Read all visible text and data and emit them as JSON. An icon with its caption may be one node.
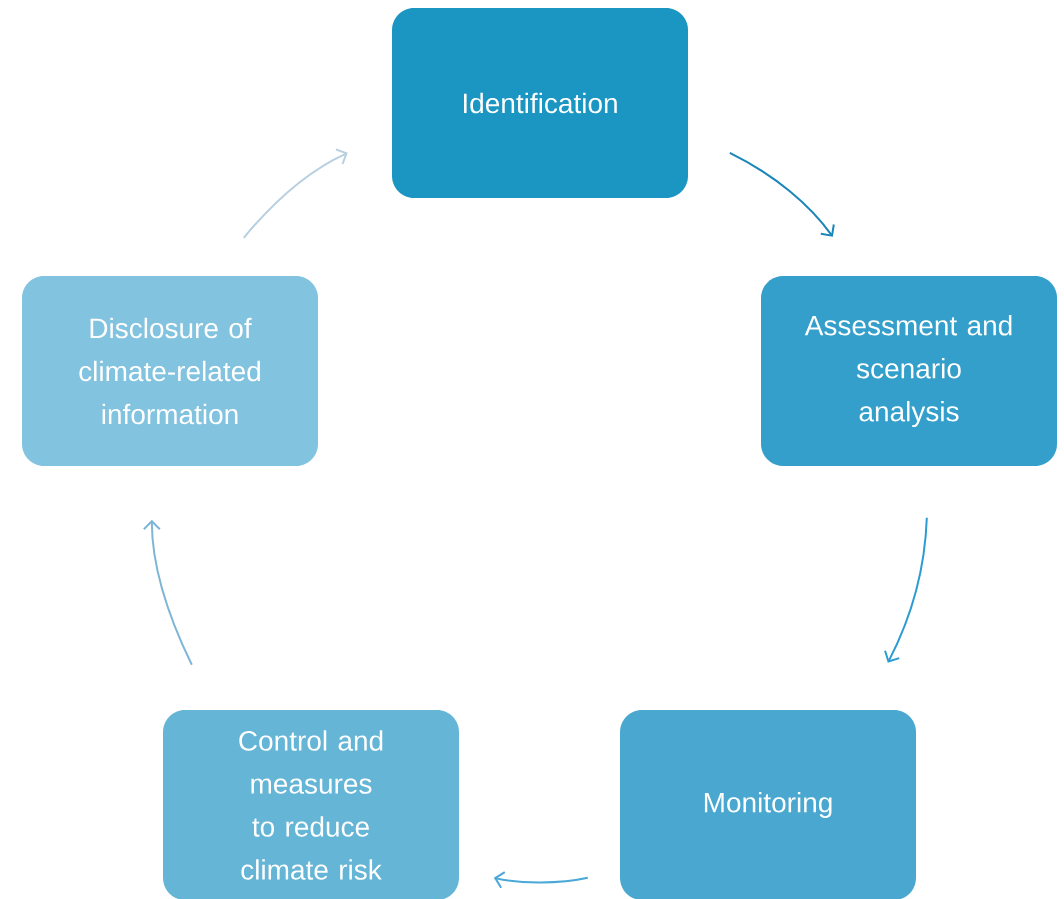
{
  "diagram": {
    "nodes": [
      {
        "text": [
          "Identification"
        ]
      },
      {
        "text": [
          "Assessment and scenario analysis"
        ]
      },
      {
        "text": [
          "Monitoring"
        ]
      },
      {
        "text": [
          "Control and measures to reduce climate risk"
        ]
      },
      {
        "text": [
          "Disclosure of climate-related information"
        ]
      }
    ],
    "edges": [
      {
        "from": 0,
        "to": 1,
        "arrow": "to",
        "color": "#1a86b8"
      },
      {
        "from": 1,
        "to": 2,
        "arrow": "to",
        "color": "#2b9bd2"
      },
      {
        "from": 2,
        "to": 3,
        "arrow": "to",
        "color": "#4aa8d8"
      },
      {
        "from": 3,
        "to": 4,
        "arrow": "to",
        "color": "#7fb6d6"
      },
      {
        "from": 4,
        "to": 0,
        "arrow": "to",
        "color": "#b8cfe0"
      }
    ]
  }
}
